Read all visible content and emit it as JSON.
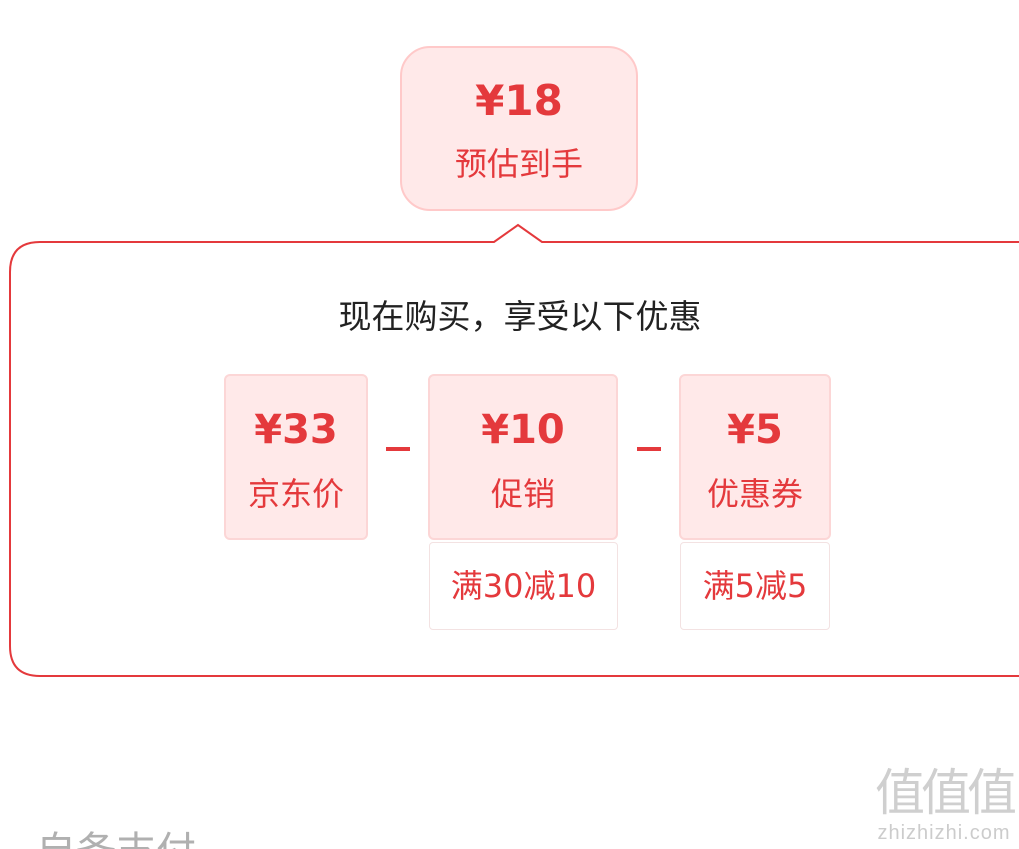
{
  "estimate": {
    "amount": "¥18",
    "label": "预估到手"
  },
  "panel": {
    "headline": "现在购买，享受以下优惠"
  },
  "breakdown": {
    "jd_price": {
      "amount": "¥33",
      "label": "京东价"
    },
    "promotion": {
      "amount": "¥10",
      "label": "促销",
      "condition": "满30减10"
    },
    "coupon": {
      "amount": "¥5",
      "label": "优惠券",
      "condition": "满5减5"
    }
  },
  "watermark": {
    "main": "值值值",
    "url": "zhizhizhi.com"
  },
  "footer": {
    "cut_text": "自备支付"
  },
  "colors": {
    "accent": "#e4393c",
    "tint": "#ffe9e9",
    "tint_border": "#ffc9c9"
  }
}
